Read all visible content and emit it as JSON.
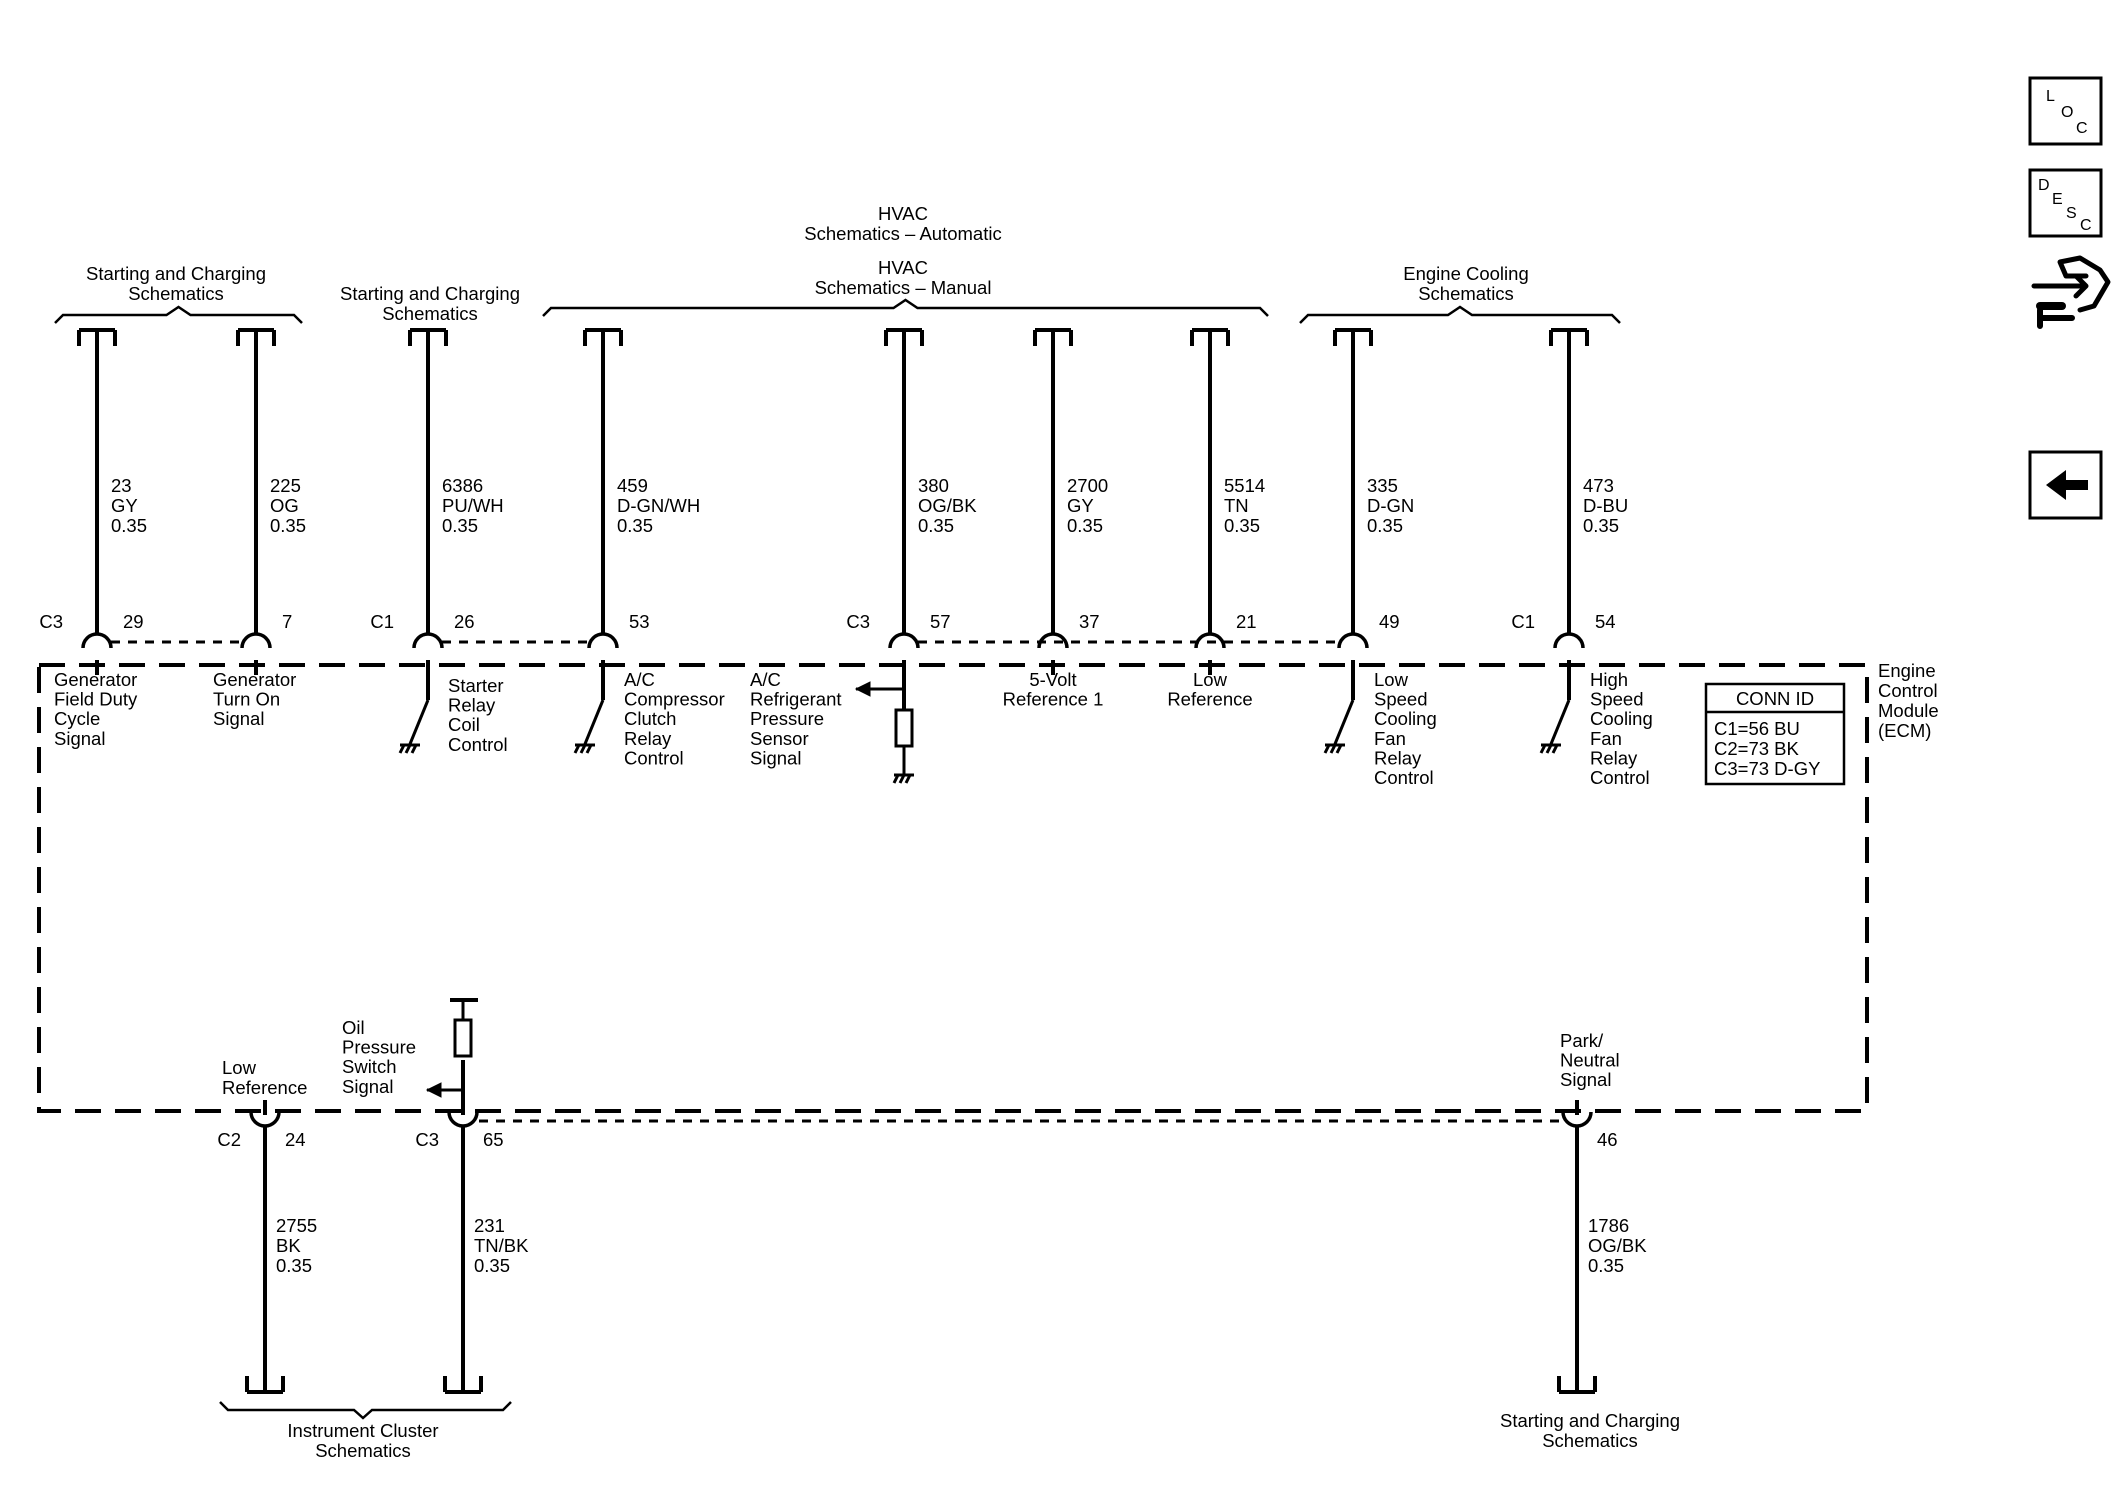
{
  "page_size": [
    2118,
    1512
  ],
  "colors": {
    "ink": "#000000",
    "background": "#ffffff"
  },
  "nav_buttons": {
    "loc": {
      "icon": "loc-icon",
      "letters": [
        "L",
        "O",
        "C"
      ]
    },
    "desc": {
      "icon": "desc-icon",
      "letters": [
        "D",
        "E",
        "S",
        "C"
      ]
    },
    "tools": {
      "icon": "tools-icon"
    },
    "back": {
      "icon": "back-arrow-icon"
    }
  },
  "module": {
    "name": [
      "Engine",
      "Control",
      "Module",
      "(ECM)"
    ],
    "conn_id": {
      "title": "CONN ID",
      "rows": [
        "C1=56 BU",
        "C2=73 BK",
        "C3=73 D-GY"
      ]
    }
  },
  "group_labels": {
    "hvac_auto": [
      "HVAC",
      "Schematics – Automatic"
    ],
    "hvac_manual": [
      "HVAC",
      "Schematics – Manual"
    ],
    "starting_charging_a": [
      "Starting and Charging",
      "Schematics"
    ],
    "starting_charging_b": [
      "Starting and Charging",
      "Schematics"
    ],
    "engine_cooling": [
      "Engine Cooling",
      "Schematics"
    ],
    "instrument_cluster": [
      "Instrument Cluster",
      "Schematics"
    ],
    "starting_charging_c": [
      "Starting and Charging",
      "Schematics"
    ]
  },
  "circuits_top": [
    {
      "connector": "C3",
      "pin": "29",
      "circuit": "23",
      "color": "GY",
      "gauge": "0.35",
      "function": [
        "Generator",
        "Field Duty",
        "Cycle",
        "Signal"
      ]
    },
    {
      "connector": "",
      "pin": "7",
      "circuit": "225",
      "color": "OG",
      "gauge": "0.35",
      "function": [
        "Generator",
        "Turn On",
        "Signal"
      ]
    },
    {
      "connector": "C1",
      "pin": "26",
      "circuit": "6386",
      "color": "PU/WH",
      "gauge": "0.35",
      "function": [
        "Starter",
        "Relay",
        "Coil",
        "Control"
      ]
    },
    {
      "connector": "",
      "pin": "53",
      "circuit": "459",
      "color": "D-GN/WH",
      "gauge": "0.35",
      "function": [
        "A/C",
        "Compressor",
        "Clutch",
        "Relay",
        "Control"
      ]
    },
    {
      "connector": "C3",
      "pin": "57",
      "circuit": "380",
      "color": "OG/BK",
      "gauge": "0.35",
      "function": [
        "A/C",
        "Refrigerant",
        "Pressure",
        "Sensor",
        "Signal"
      ]
    },
    {
      "connector": "",
      "pin": "37",
      "circuit": "2700",
      "color": "GY",
      "gauge": "0.35",
      "function": [
        "5-Volt",
        "Reference 1"
      ]
    },
    {
      "connector": "",
      "pin": "21",
      "circuit": "5514",
      "color": "TN",
      "gauge": "0.35",
      "function": [
        "Low",
        "Reference"
      ]
    },
    {
      "connector": "",
      "pin": "49",
      "circuit": "335",
      "color": "D-GN",
      "gauge": "0.35",
      "function": [
        "Low",
        "Speed",
        "Cooling",
        "Fan",
        "Relay",
        "Control"
      ]
    },
    {
      "connector": "C1",
      "pin": "54",
      "circuit": "473",
      "color": "D-BU",
      "gauge": "0.35",
      "function": [
        "High",
        "Speed",
        "Cooling",
        "Fan",
        "Relay",
        "Control"
      ]
    }
  ],
  "circuits_bottom": [
    {
      "connector": "C2",
      "pin": "24",
      "circuit": "2755",
      "color": "BK",
      "gauge": "0.35",
      "function": [
        "Low",
        "Reference"
      ]
    },
    {
      "connector": "C3",
      "pin": "65",
      "circuit": "231",
      "color": "TN/BK",
      "gauge": "0.35",
      "function": [
        "Oil",
        "Pressure",
        "Switch",
        "Signal"
      ]
    },
    {
      "connector": "",
      "pin": "46",
      "circuit": "1786",
      "color": "OG/BK",
      "gauge": "0.35",
      "function": [
        "Park/",
        "Neutral",
        "Signal"
      ]
    }
  ]
}
